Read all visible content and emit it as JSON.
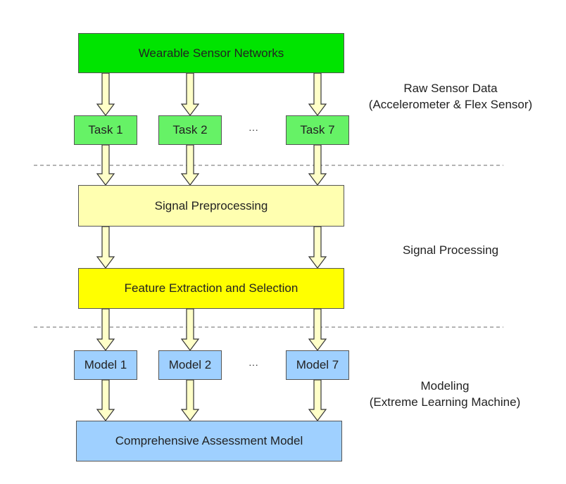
{
  "boxes": {
    "sensor_networks": "Wearable Sensor Networks",
    "task1": "Task 1",
    "task2": "Task 2",
    "task7": "Task 7",
    "preprocessing": "Signal Preprocessing",
    "feature": "Feature Extraction and Selection",
    "model1": "Model 1",
    "model2": "Model 2",
    "model7": "Model 7",
    "assessment": "Comprehensive Assessment Model"
  },
  "ellipsis": "···",
  "stages": {
    "raw_line1": "Raw Sensor Data",
    "raw_line2": "(Accelerometer & Flex Sensor)",
    "processing": "Signal Processing",
    "modeling_line1": "Modeling",
    "modeling_line2": "(Extreme Learning Machine)"
  },
  "colors": {
    "sensor_networks": "#00e400",
    "tasks": "#66f266",
    "preprocessing": "#ffffb0",
    "feature": "#ffff00",
    "models": "#9fd0ff",
    "arrows": "#ffffc8"
  }
}
